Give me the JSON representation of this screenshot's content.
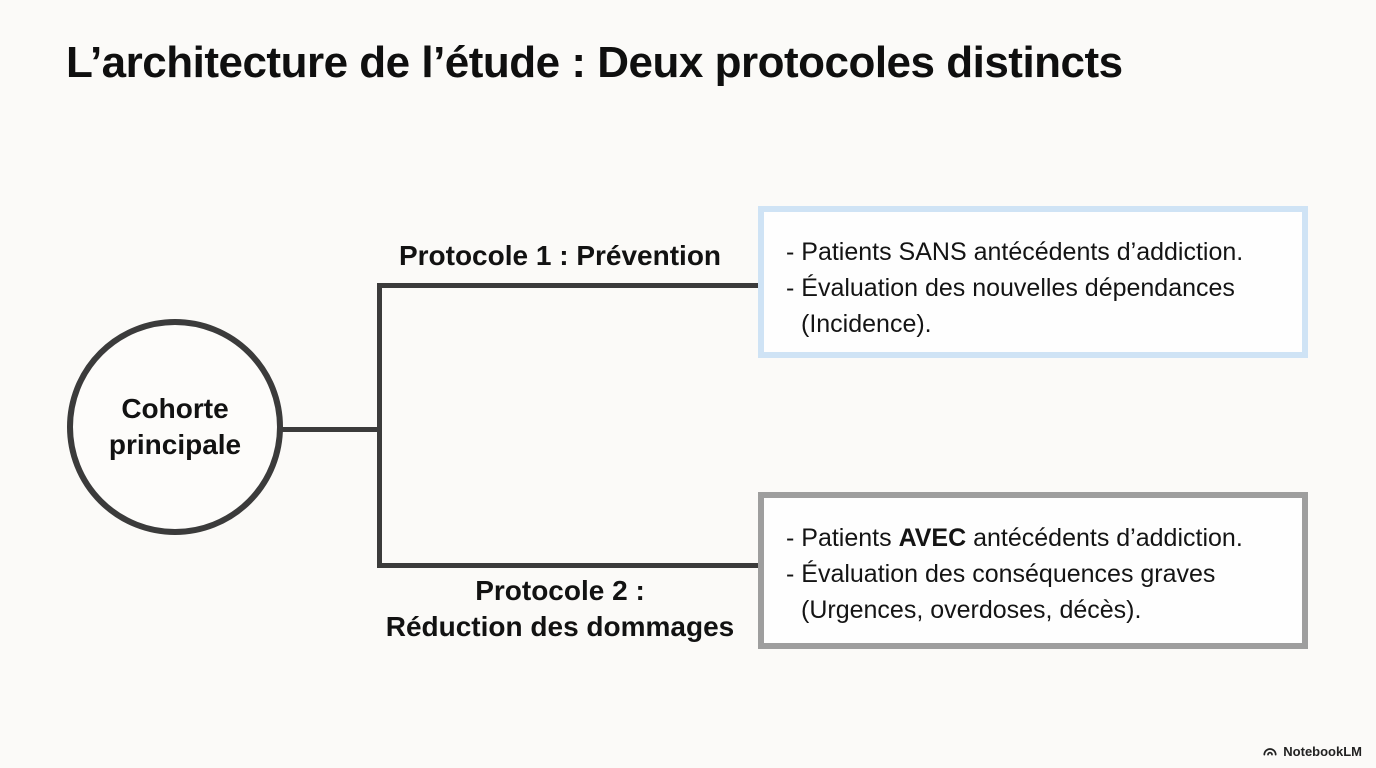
{
  "title": "L’architecture de l’étude : Deux protocoles distincts",
  "root_node": {
    "line1": "Cohorte",
    "line2": "principale"
  },
  "branch1": {
    "label": "Protocole 1 : Prévention",
    "box": {
      "l1a": "- Patients SANS antécédents d’addiction.",
      "l1b": "",
      "l1c": "",
      "l2": "- Évaluation des nouvelles dépendances",
      "l3": "(Incidence)."
    }
  },
  "branch2": {
    "label_line1": "Protocole 2 :",
    "label_line2": "Réduction des dommages",
    "box": {
      "l1a": "- Patients ",
      "l1b": "AVEC",
      "l1c": " antécédents d’addiction.",
      "l2": "- Évaluation des conséquences graves",
      "l3": "(Urgences, overdoses, décès)."
    }
  },
  "footer": {
    "brand": "NotebookLM"
  },
  "colors": {
    "background": "#fbfaf8",
    "line": "#3b3b3b",
    "box1_border": "#cfe3f5",
    "box2_border": "#9e9e9e",
    "text": "#121212"
  }
}
